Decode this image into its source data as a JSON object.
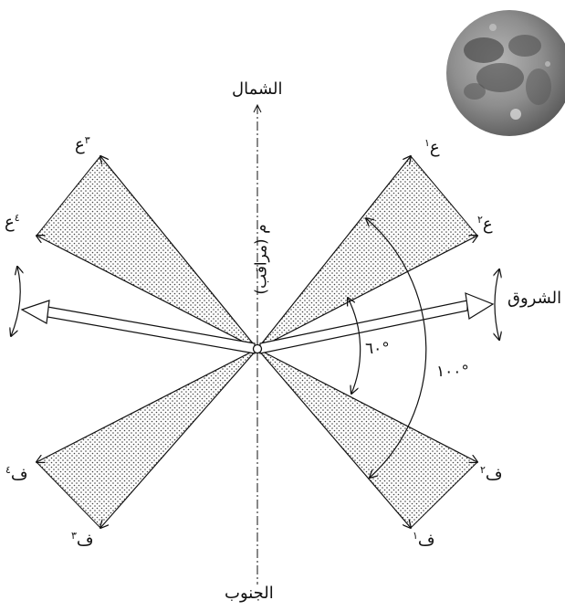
{
  "directions": {
    "north": "الشمال",
    "south": "الجنوب",
    "sunrise": "الشروق"
  },
  "observer_label": "م (مراقب)",
  "angles": {
    "inner": "٦٠°",
    "outer": "١٠٠°"
  },
  "points": {
    "a1": {
      "letter": "ع",
      "sub": "١"
    },
    "a2": {
      "letter": "ع",
      "sub": "٢"
    },
    "a3": {
      "letter": "ع",
      "sub": "٣"
    },
    "a4": {
      "letter": "ع",
      "sub": "٤"
    },
    "f1": {
      "letter": "ف",
      "sub": "١"
    },
    "f2": {
      "letter": "ف",
      "sub": "٢"
    },
    "f3": {
      "letter": "ف",
      "sub": "٣"
    },
    "f4": {
      "letter": "ف",
      "sub": "٤"
    }
  },
  "colors": {
    "line": "#111111",
    "dots": "#555555",
    "moon_dark": "#3a3a3a",
    "moon_light": "#9a9a9a"
  },
  "icons": {
    "moon": "full-moon-image"
  }
}
